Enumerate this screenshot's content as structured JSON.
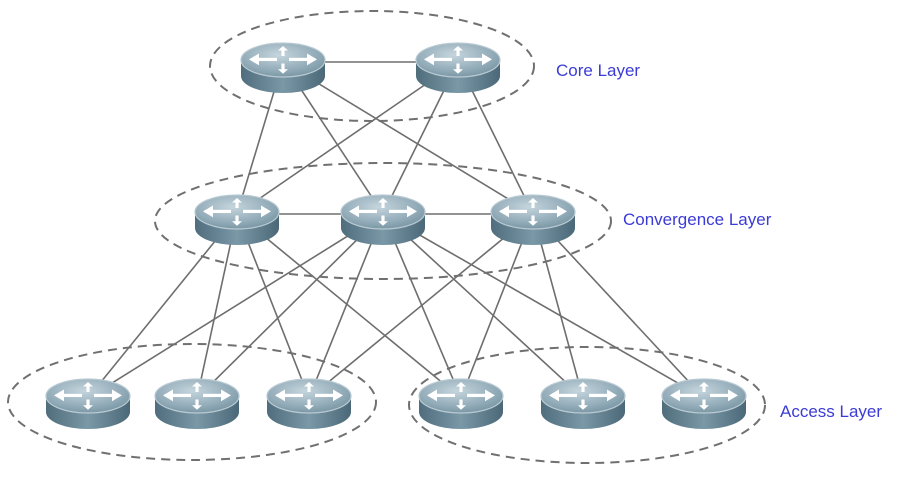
{
  "labels": {
    "core": "Core Layer",
    "convergence": "Convergence Layer",
    "access": "Access Layer"
  },
  "colors": {
    "label": "#3b3bd6",
    "router_top": "#8ea7b4",
    "router_side": "#5f7f8f",
    "router_rim": "#b7c8d1",
    "link": "#6e6e6e",
    "ellipse": "#707070"
  },
  "icons": {
    "router": "router-icon",
    "arrows": "four-way-arrows-icon"
  },
  "nodes": [
    {
      "id": "core-1",
      "layer": "core"
    },
    {
      "id": "core-2",
      "layer": "core"
    },
    {
      "id": "conv-1",
      "layer": "convergence"
    },
    {
      "id": "conv-2",
      "layer": "convergence"
    },
    {
      "id": "conv-3",
      "layer": "convergence"
    },
    {
      "id": "access-1",
      "layer": "access"
    },
    {
      "id": "access-2",
      "layer": "access"
    },
    {
      "id": "access-3",
      "layer": "access"
    },
    {
      "id": "access-4",
      "layer": "access"
    },
    {
      "id": "access-5",
      "layer": "access"
    },
    {
      "id": "access-6",
      "layer": "access"
    }
  ],
  "links": [
    [
      "core-1",
      "core-2"
    ],
    [
      "core-1",
      "conv-1"
    ],
    [
      "core-1",
      "conv-2"
    ],
    [
      "core-1",
      "conv-3"
    ],
    [
      "core-2",
      "conv-1"
    ],
    [
      "core-2",
      "conv-2"
    ],
    [
      "core-2",
      "conv-3"
    ],
    [
      "conv-1",
      "conv-2"
    ],
    [
      "conv-2",
      "conv-3"
    ],
    [
      "conv-1",
      "access-1"
    ],
    [
      "conv-1",
      "access-2"
    ],
    [
      "conv-1",
      "access-3"
    ],
    [
      "conv-1",
      "access-4"
    ],
    [
      "conv-2",
      "access-1"
    ],
    [
      "conv-2",
      "access-2"
    ],
    [
      "conv-2",
      "access-3"
    ],
    [
      "conv-2",
      "access-4"
    ],
    [
      "conv-2",
      "access-5"
    ],
    [
      "conv-2",
      "access-6"
    ],
    [
      "conv-3",
      "access-3"
    ],
    [
      "conv-3",
      "access-4"
    ],
    [
      "conv-3",
      "access-5"
    ],
    [
      "conv-3",
      "access-6"
    ]
  ]
}
